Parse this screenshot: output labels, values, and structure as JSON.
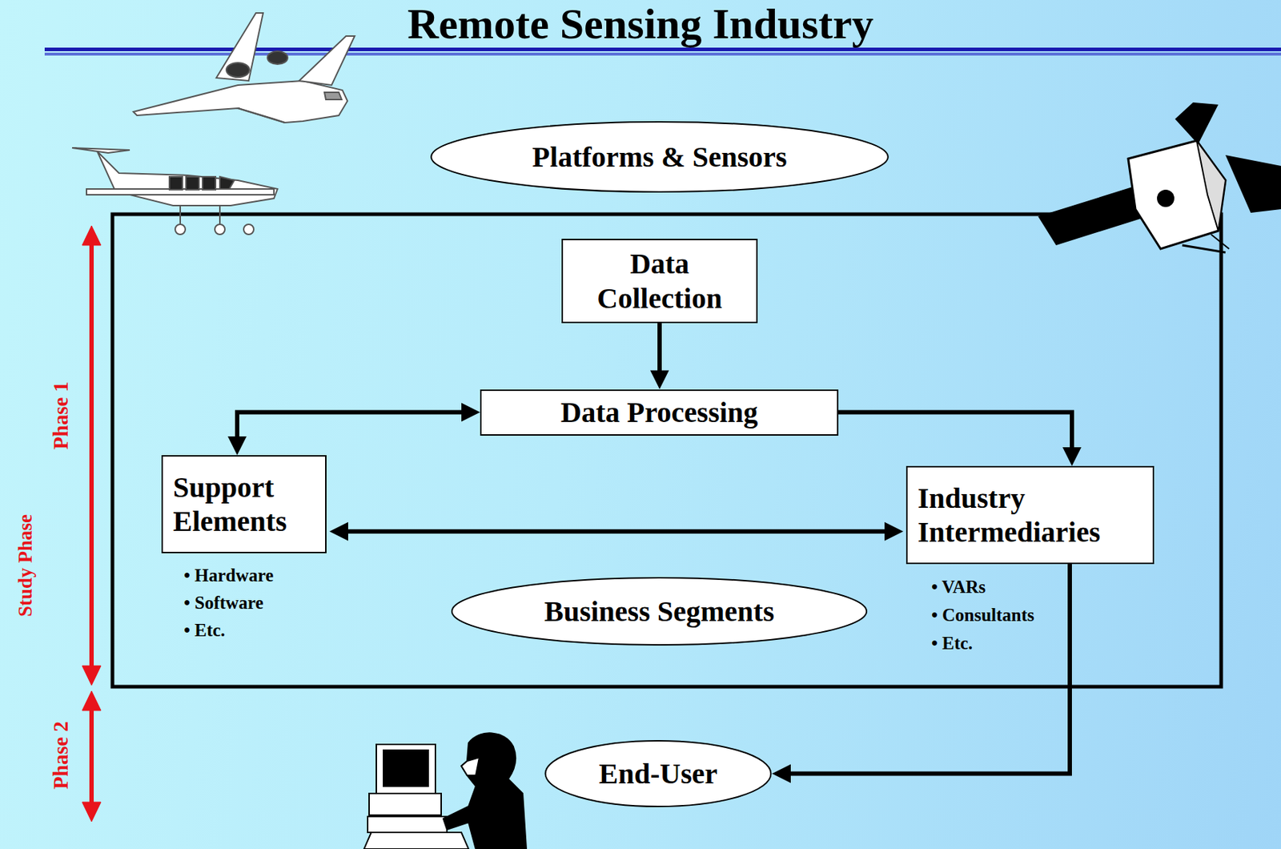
{
  "diagram": {
    "title": "Remote Sensing Industry",
    "nodes": [
      {
        "text": [
          "Platforms & Sensors"
        ]
      },
      {
        "text": [
          "Data Collection"
        ]
      },
      {
        "text": [
          "Data Processing"
        ]
      },
      {
        "text": [
          "Support Elements"
        ]
      },
      {
        "text": [
          "Industry Intermediaries"
        ]
      },
      {
        "text": [
          "Business Segments"
        ]
      },
      {
        "text": [
          "End-User"
        ]
      }
    ],
    "edges": [
      {
        "from": 1,
        "to": 2,
        "arrow": "to"
      },
      {
        "from": 2,
        "to": 3,
        "arrow": "both"
      },
      {
        "from": 2,
        "to": 4,
        "arrow": "to"
      },
      {
        "from": 3,
        "to": 4,
        "arrow": "both"
      },
      {
        "from": 4,
        "to": 6,
        "arrow": "to"
      }
    ],
    "labels": [
      "• Hardware",
      "• Software",
      "• Etc.",
      "• VARs",
      "• Consultants",
      "• Etc.",
      "Phase 1",
      "Phase 2",
      "Study Phase"
    ]
  }
}
